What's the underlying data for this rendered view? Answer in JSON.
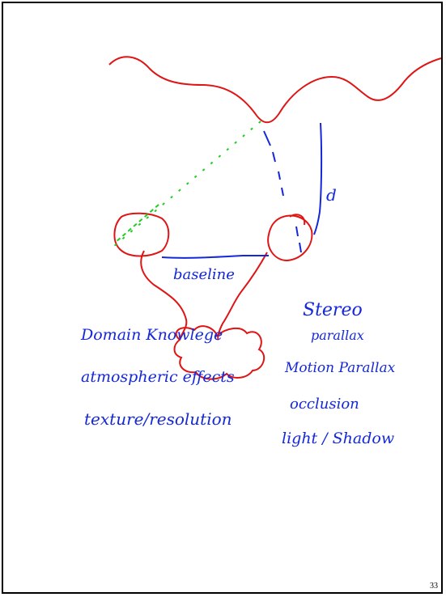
{
  "slide": {
    "page_number": "33",
    "labels": {
      "distance": "d",
      "baseline": "baseline"
    },
    "right_list": [
      "Stereo",
      "parallax",
      "Motion Parallax",
      "occlusion",
      "light / Shadow"
    ],
    "left_list": [
      "Domain Knowlege",
      "atmospheric effects",
      "texture/resolution"
    ],
    "colors": {
      "ink_red": "#e01414",
      "ink_blue": "#1428d8",
      "ink_green": "#22cc22",
      "border": "#000000"
    }
  }
}
